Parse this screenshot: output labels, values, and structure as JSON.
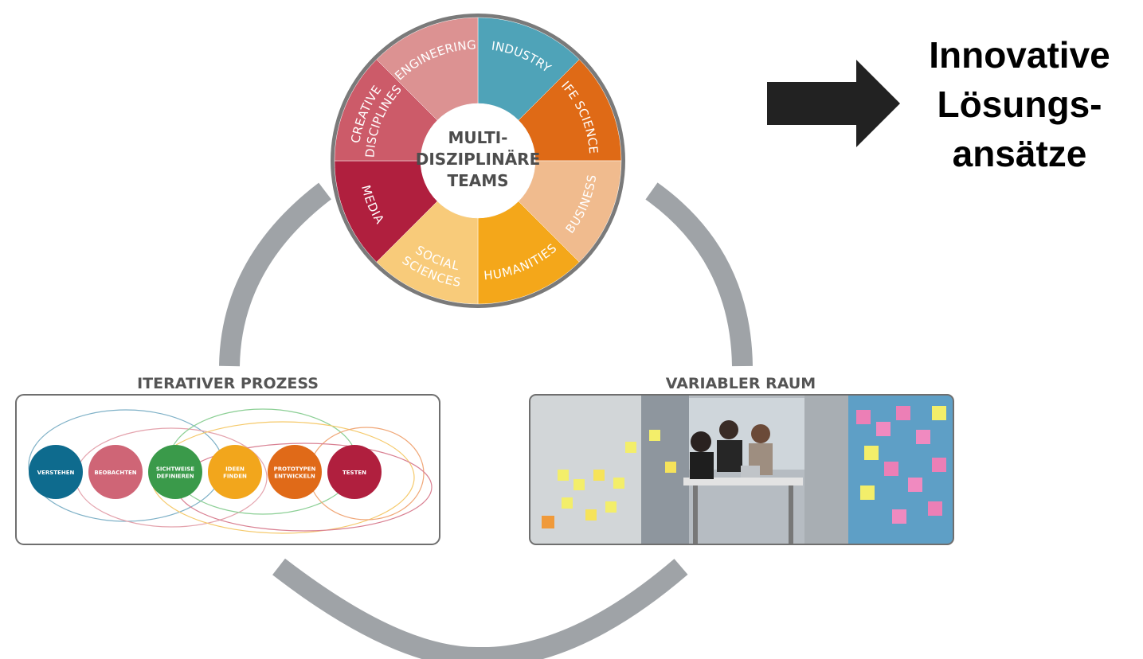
{
  "wheel": {
    "center_lines": [
      "MULTI-",
      "DISZIPLINÄRE",
      "TEAMS"
    ],
    "segments": [
      {
        "label": "INDUSTRY",
        "color": "#4fa3b8"
      },
      {
        "label": "LIFE SCIENCES",
        "color": "#df6a16"
      },
      {
        "label": "BUSINESS",
        "color": "#f0bb8e"
      },
      {
        "label": "HUMANITIES",
        "color": "#f4a71a"
      },
      {
        "label": "SOCIAL SCIENCES",
        "color": "#f8cb7a"
      },
      {
        "label": "MEDIA",
        "color": "#b01f3e"
      },
      {
        "label": "CREATIVE DISCIPLINES",
        "color": "#cc5b69"
      },
      {
        "label": "ENGINEERING",
        "color": "#dc9292"
      }
    ]
  },
  "cycle_color": "#9fa3a7",
  "iterative_process": {
    "title": "ITERATIVER PROZESS",
    "steps": [
      {
        "label": "VERSTEHEN",
        "color": "#0e6b8e"
      },
      {
        "label": "BEOBACHTEN",
        "color": "#cf6576"
      },
      {
        "label": "SICHTWEISE DEFINIEREN",
        "color": "#3a9a4a"
      },
      {
        "label": "IDEEN FINDEN",
        "color": "#f2a61c"
      },
      {
        "label": "PROTOTYPEN ENTWICKELN",
        "color": "#e06a18"
      },
      {
        "label": "TESTEN",
        "color": "#b01f3e"
      }
    ]
  },
  "variable_space": {
    "title": "VARIABLER RAUM"
  },
  "outcome": {
    "lines": [
      "Innovative",
      "Lösungs-",
      "ansätze"
    ]
  }
}
